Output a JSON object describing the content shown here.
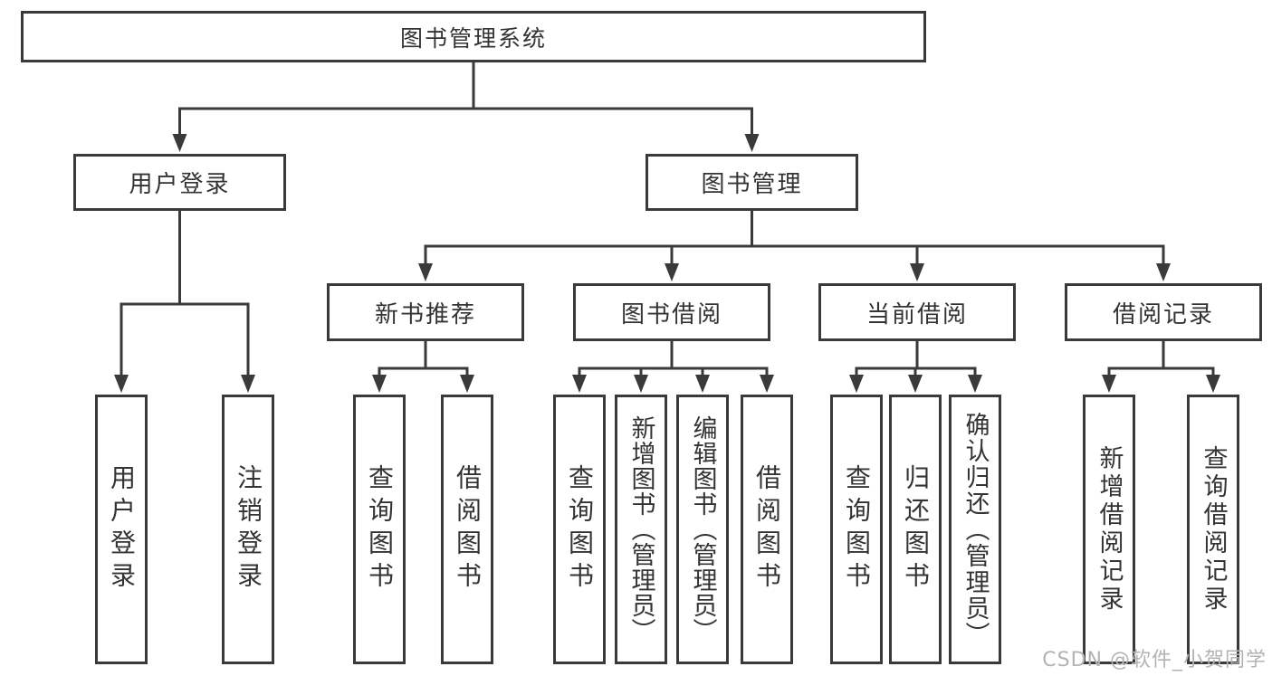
{
  "diagram": {
    "root": {
      "label": "图书管理系统"
    },
    "branches": [
      {
        "label": "用户登录",
        "children": [
          {
            "label": "用户登录"
          },
          {
            "label": "注销登录"
          }
        ]
      },
      {
        "label": "图书管理",
        "children": [
          {
            "label": "新书推荐",
            "children": [
              {
                "label": "查询图书"
              },
              {
                "label": "借阅图书"
              }
            ]
          },
          {
            "label": "图书借阅",
            "children": [
              {
                "label": "查询图书"
              },
              {
                "label": "新增图书（管理员）"
              },
              {
                "label": "编辑图书（管理员）"
              },
              {
                "label": "借阅图书"
              }
            ]
          },
          {
            "label": "当前借阅",
            "children": [
              {
                "label": "查询图书"
              },
              {
                "label": "归还图书"
              },
              {
                "label": "确认归还（管理员）"
              }
            ]
          },
          {
            "label": "借阅记录",
            "children": [
              {
                "label": "新增借阅记录"
              },
              {
                "label": "查询借阅记录"
              }
            ]
          }
        ]
      }
    ]
  },
  "watermark": {
    "text": "CSDN @软件_小贺同学"
  },
  "colors": {
    "line": "#3a3a3a",
    "text": "#333333",
    "background": "#ffffff",
    "watermark": "#b3b3b3"
  }
}
